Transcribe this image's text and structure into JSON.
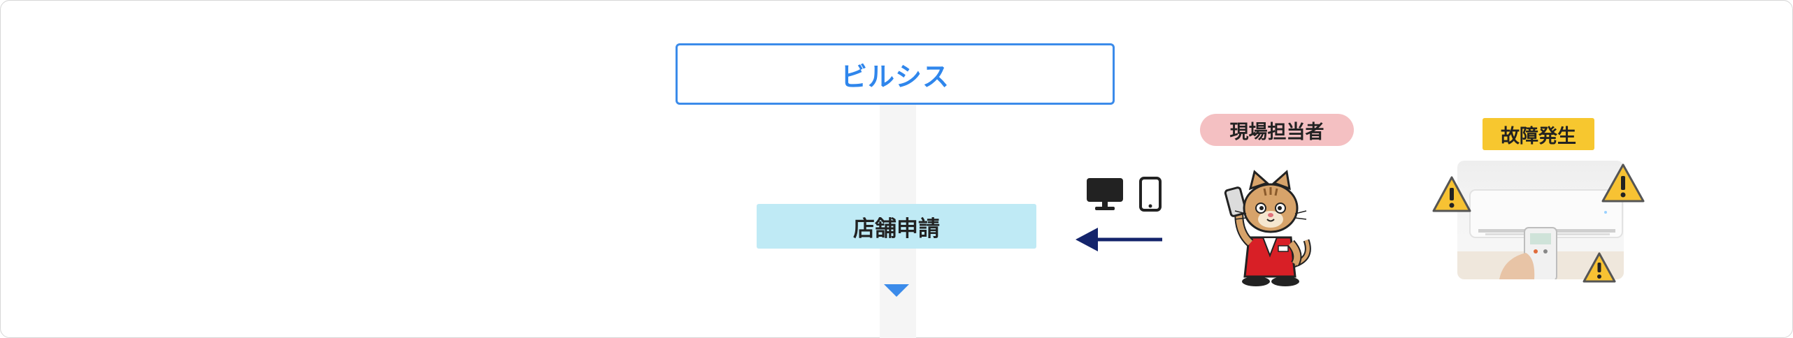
{
  "system": {
    "label": "ビルシス"
  },
  "step": {
    "label": "店舗申請"
  },
  "actor": {
    "label": "現場担当者",
    "icon": "cat-staff-mascot"
  },
  "event": {
    "label": "故障発生",
    "image": "air-conditioner-photo"
  },
  "devices": [
    "desktop-monitor-icon",
    "smartphone-icon"
  ],
  "colors": {
    "system_border": "#3b8bea",
    "system_text": "#2f86ec",
    "step_bg": "#bfeaf5",
    "actor_pill": "#f4c0c2",
    "event_badge": "#f7c72f",
    "arrow": "#14246b",
    "column_bg": "#f5f5f5"
  }
}
